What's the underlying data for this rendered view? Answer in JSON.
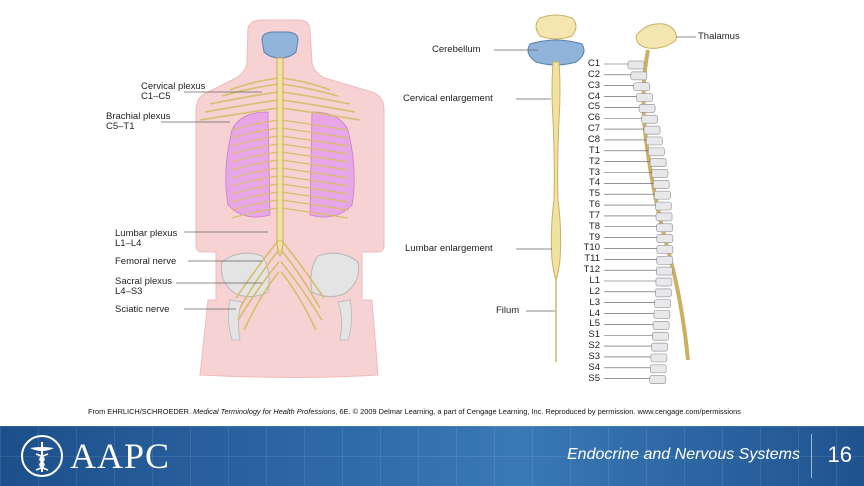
{
  "left_labels": [
    {
      "name": "Cervical plexus",
      "range": "C1–C5"
    },
    {
      "name": "Brachial plexus",
      "range": "C5–T1"
    },
    {
      "name": "Lumbar plexus",
      "range": "L1–L4"
    },
    {
      "name": "Femoral nerve",
      "range": ""
    },
    {
      "name": "Sacral plexus",
      "range": "L4–S3"
    },
    {
      "name": "Sciatic nerve",
      "range": ""
    }
  ],
  "middle_labels": [
    "Cerebellum",
    "Cervical enlargement",
    "Lumbar enlargement",
    "Filum"
  ],
  "right_labels": {
    "thalamus": "Thalamus"
  },
  "vertebrae": [
    "C1",
    "C2",
    "C3",
    "C4",
    "C5",
    "C6",
    "C7",
    "C8",
    "T1",
    "T2",
    "T3",
    "T4",
    "T5",
    "T6",
    "T7",
    "T8",
    "T9",
    "T10",
    "T11",
    "T12",
    "L1",
    "L2",
    "L3",
    "L4",
    "L5",
    "S1",
    "S2",
    "S3",
    "S4",
    "S5"
  ],
  "credit": {
    "prefix": "From EHRLICH/SCHROEDER. ",
    "book": "Medical Terminology for Health Professions",
    "suffix": ", 6E. © 2009 Delmar Learning, a part of Cengage Learning, Inc. Reproduced by permission. www.cengage.com/permissions"
  },
  "footer": {
    "logo": "AAPC",
    "title": "Endocrine and Nervous Systems",
    "page": "16"
  },
  "colors": {
    "skin": "#f6d2d2",
    "nerve": "#f2e2a2",
    "lung": "#e9a6e6",
    "footer": "#2f6aa8"
  }
}
